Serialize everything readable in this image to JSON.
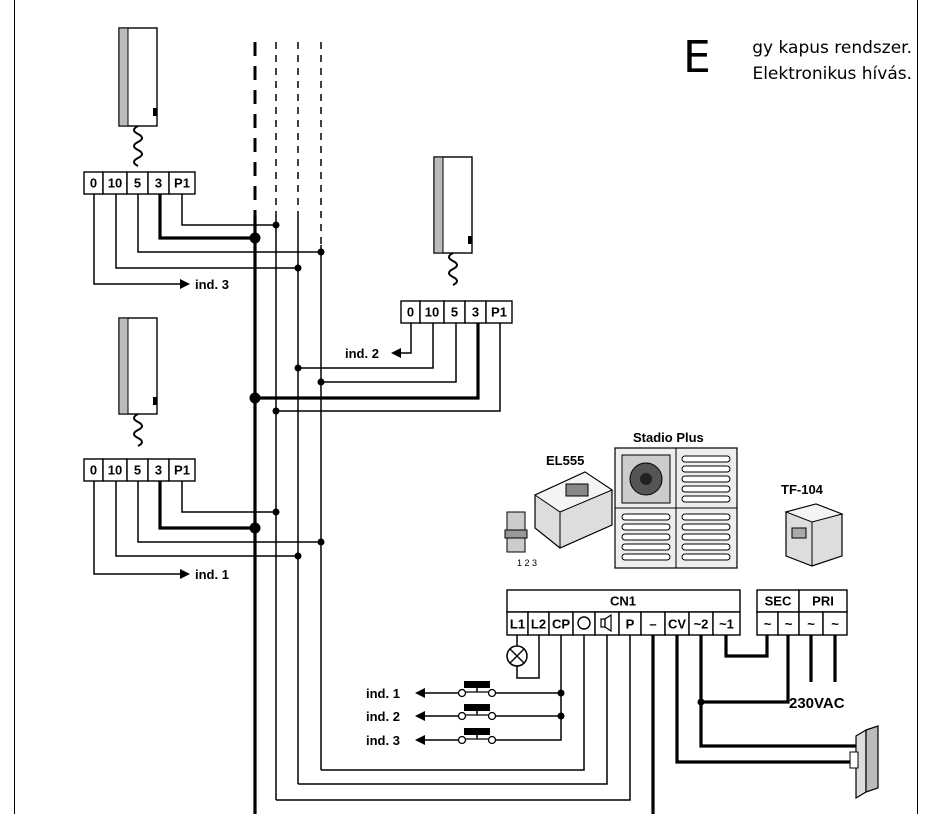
{
  "title": {
    "initial": "E",
    "line1": "gy kapus rendszer.",
    "line2": "Elektronikus hívás."
  },
  "monitor_terminals": [
    "0",
    "10",
    "5",
    "3",
    "P1"
  ],
  "indicators": {
    "ind1": "ind. 1",
    "ind2": "ind. 2",
    "ind3": "ind. 3"
  },
  "devices": {
    "panel": "Stadio Plus",
    "module": "EL555",
    "transformer": "TF-104"
  },
  "cn1": {
    "header": "CN1",
    "terminals": [
      "L1",
      "L2",
      "CP",
      "",
      "",
      "P",
      "–",
      "CV",
      "~2",
      "~1"
    ]
  },
  "transformer_terminals": {
    "sec": "SEC",
    "pri": "PRI",
    "symbol": "~"
  },
  "mains": "230VAC"
}
